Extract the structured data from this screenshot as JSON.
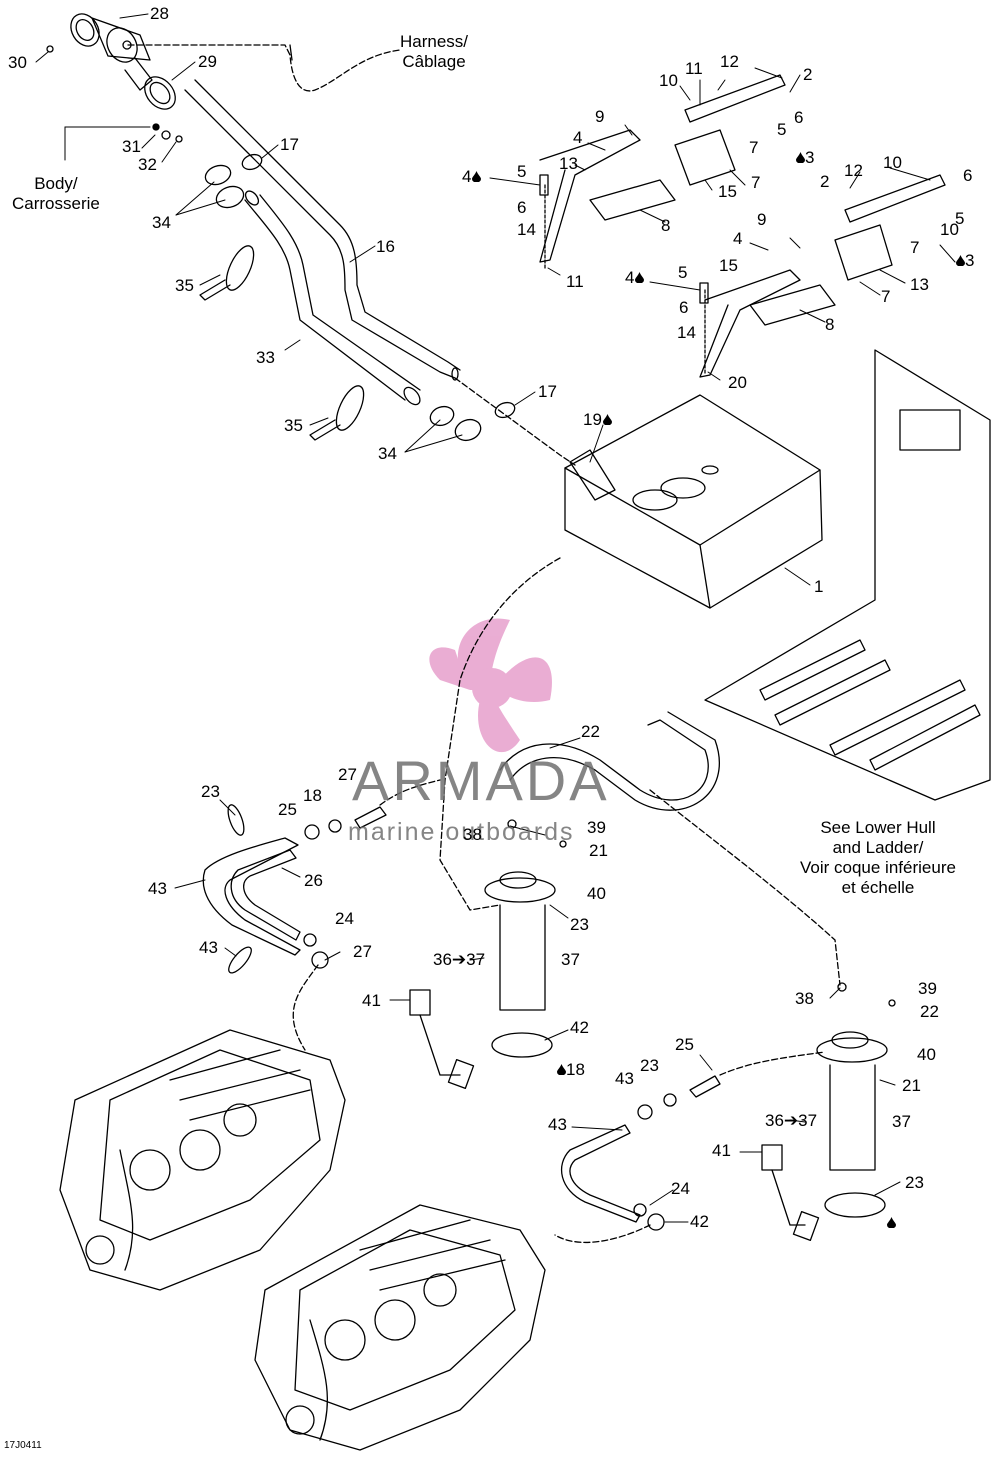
{
  "diagram": {
    "notes": {
      "harness": [
        "Harness/",
        "Câblage"
      ],
      "body": [
        "Body/",
        "Carrosserie"
      ],
      "see_lower_hull": [
        "See Lower Hull",
        "and Ladder/",
        "Voir coque inférieure",
        "et échelle"
      ]
    },
    "watermark": {
      "brand": "ARMADA",
      "tagline": "marine outboards",
      "color": "#e8a5cf"
    },
    "figure_code": "17J0411",
    "labels": [
      {
        "id": "l28",
        "text": "28"
      },
      {
        "id": "l30",
        "text": "30"
      },
      {
        "id": "l29",
        "text": "29"
      },
      {
        "id": "l31",
        "text": "31"
      },
      {
        "id": "l32",
        "text": "32"
      },
      {
        "id": "l17a",
        "text": "17"
      },
      {
        "id": "l34a",
        "text": "34"
      },
      {
        "id": "l16",
        "text": "16"
      },
      {
        "id": "l35a",
        "text": "35"
      },
      {
        "id": "l33",
        "text": "33"
      },
      {
        "id": "l35b",
        "text": "35"
      },
      {
        "id": "l17b",
        "text": "17"
      },
      {
        "id": "l34b",
        "text": "34"
      },
      {
        "id": "l19",
        "text": "19"
      },
      {
        "id": "l1",
        "text": "1"
      },
      {
        "id": "l11a",
        "text": "11"
      },
      {
        "id": "l12a",
        "text": "12"
      },
      {
        "id": "l2a",
        "text": "2"
      },
      {
        "id": "l10a",
        "text": "10"
      },
      {
        "id": "l6a",
        "text": "6"
      },
      {
        "id": "l5a",
        "text": "5"
      },
      {
        "id": "l9a",
        "text": "9"
      },
      {
        "id": "l4a",
        "text": "4"
      },
      {
        "id": "l7a",
        "text": "7"
      },
      {
        "id": "l3a",
        "text": "3"
      },
      {
        "id": "l13a",
        "text": "13"
      },
      {
        "id": "l15a",
        "text": "15"
      },
      {
        "id": "l7b",
        "text": "7"
      },
      {
        "id": "l4b",
        "text": "4"
      },
      {
        "id": "l5b",
        "text": "5"
      },
      {
        "id": "l6b",
        "text": "6"
      },
      {
        "id": "l14a",
        "text": "14"
      },
      {
        "id": "l8a",
        "text": "8"
      },
      {
        "id": "l11b",
        "text": "11"
      },
      {
        "id": "l12b",
        "text": "12"
      },
      {
        "id": "l10b",
        "text": "10"
      },
      {
        "id": "l2b",
        "text": "2"
      },
      {
        "id": "l6c",
        "text": "6"
      },
      {
        "id": "l5c",
        "text": "5"
      },
      {
        "id": "l10c",
        "text": "10"
      },
      {
        "id": "l9b",
        "text": "9"
      },
      {
        "id": "l4c",
        "text": "4"
      },
      {
        "id": "l7c",
        "text": "7"
      },
      {
        "id": "l3b",
        "text": "3"
      },
      {
        "id": "l15b",
        "text": "15"
      },
      {
        "id": "l13b",
        "text": "13"
      },
      {
        "id": "l7d",
        "text": "7"
      },
      {
        "id": "l4d",
        "text": "4"
      },
      {
        "id": "l5d",
        "text": "5"
      },
      {
        "id": "l6d",
        "text": "6"
      },
      {
        "id": "l14b",
        "text": "14"
      },
      {
        "id": "l8b",
        "text": "8"
      },
      {
        "id": "l20",
        "text": "20"
      },
      {
        "id": "l22a",
        "text": "22"
      },
      {
        "id": "l27a",
        "text": "27"
      },
      {
        "id": "l23a",
        "text": "23"
      },
      {
        "id": "l25a",
        "text": "25"
      },
      {
        "id": "l18a",
        "text": "18"
      },
      {
        "id": "l38a",
        "text": "38"
      },
      {
        "id": "l39a",
        "text": "39"
      },
      {
        "id": "l21a",
        "text": "21"
      },
      {
        "id": "l26",
        "text": "26"
      },
      {
        "id": "l43a",
        "text": "43"
      },
      {
        "id": "l40a",
        "text": "40"
      },
      {
        "id": "l23b",
        "text": "23"
      },
      {
        "id": "l24a",
        "text": "24"
      },
      {
        "id": "l27b",
        "text": "27"
      },
      {
        "id": "l43b",
        "text": "43"
      },
      {
        "id": "l3637a",
        "text": "36➔37"
      },
      {
        "id": "l37a",
        "text": "37"
      },
      {
        "id": "l41a",
        "text": "41"
      },
      {
        "id": "l42a",
        "text": "42"
      },
      {
        "id": "l18b",
        "text": "18"
      },
      {
        "id": "l38b",
        "text": "38"
      },
      {
        "id": "l39b",
        "text": "39"
      },
      {
        "id": "l22b",
        "text": "22"
      },
      {
        "id": "l25b",
        "text": "25"
      },
      {
        "id": "l23c",
        "text": "23"
      },
      {
        "id": "l43c",
        "text": "43"
      },
      {
        "id": "l40b",
        "text": "40"
      },
      {
        "id": "l21b",
        "text": "21"
      },
      {
        "id": "l43d",
        "text": "43"
      },
      {
        "id": "l3637b",
        "text": "36➔37"
      },
      {
        "id": "l37b",
        "text": "37"
      },
      {
        "id": "l41b",
        "text": "41"
      },
      {
        "id": "l23d",
        "text": "23"
      },
      {
        "id": "l24b",
        "text": "24"
      },
      {
        "id": "l42b",
        "text": "42"
      }
    ]
  }
}
